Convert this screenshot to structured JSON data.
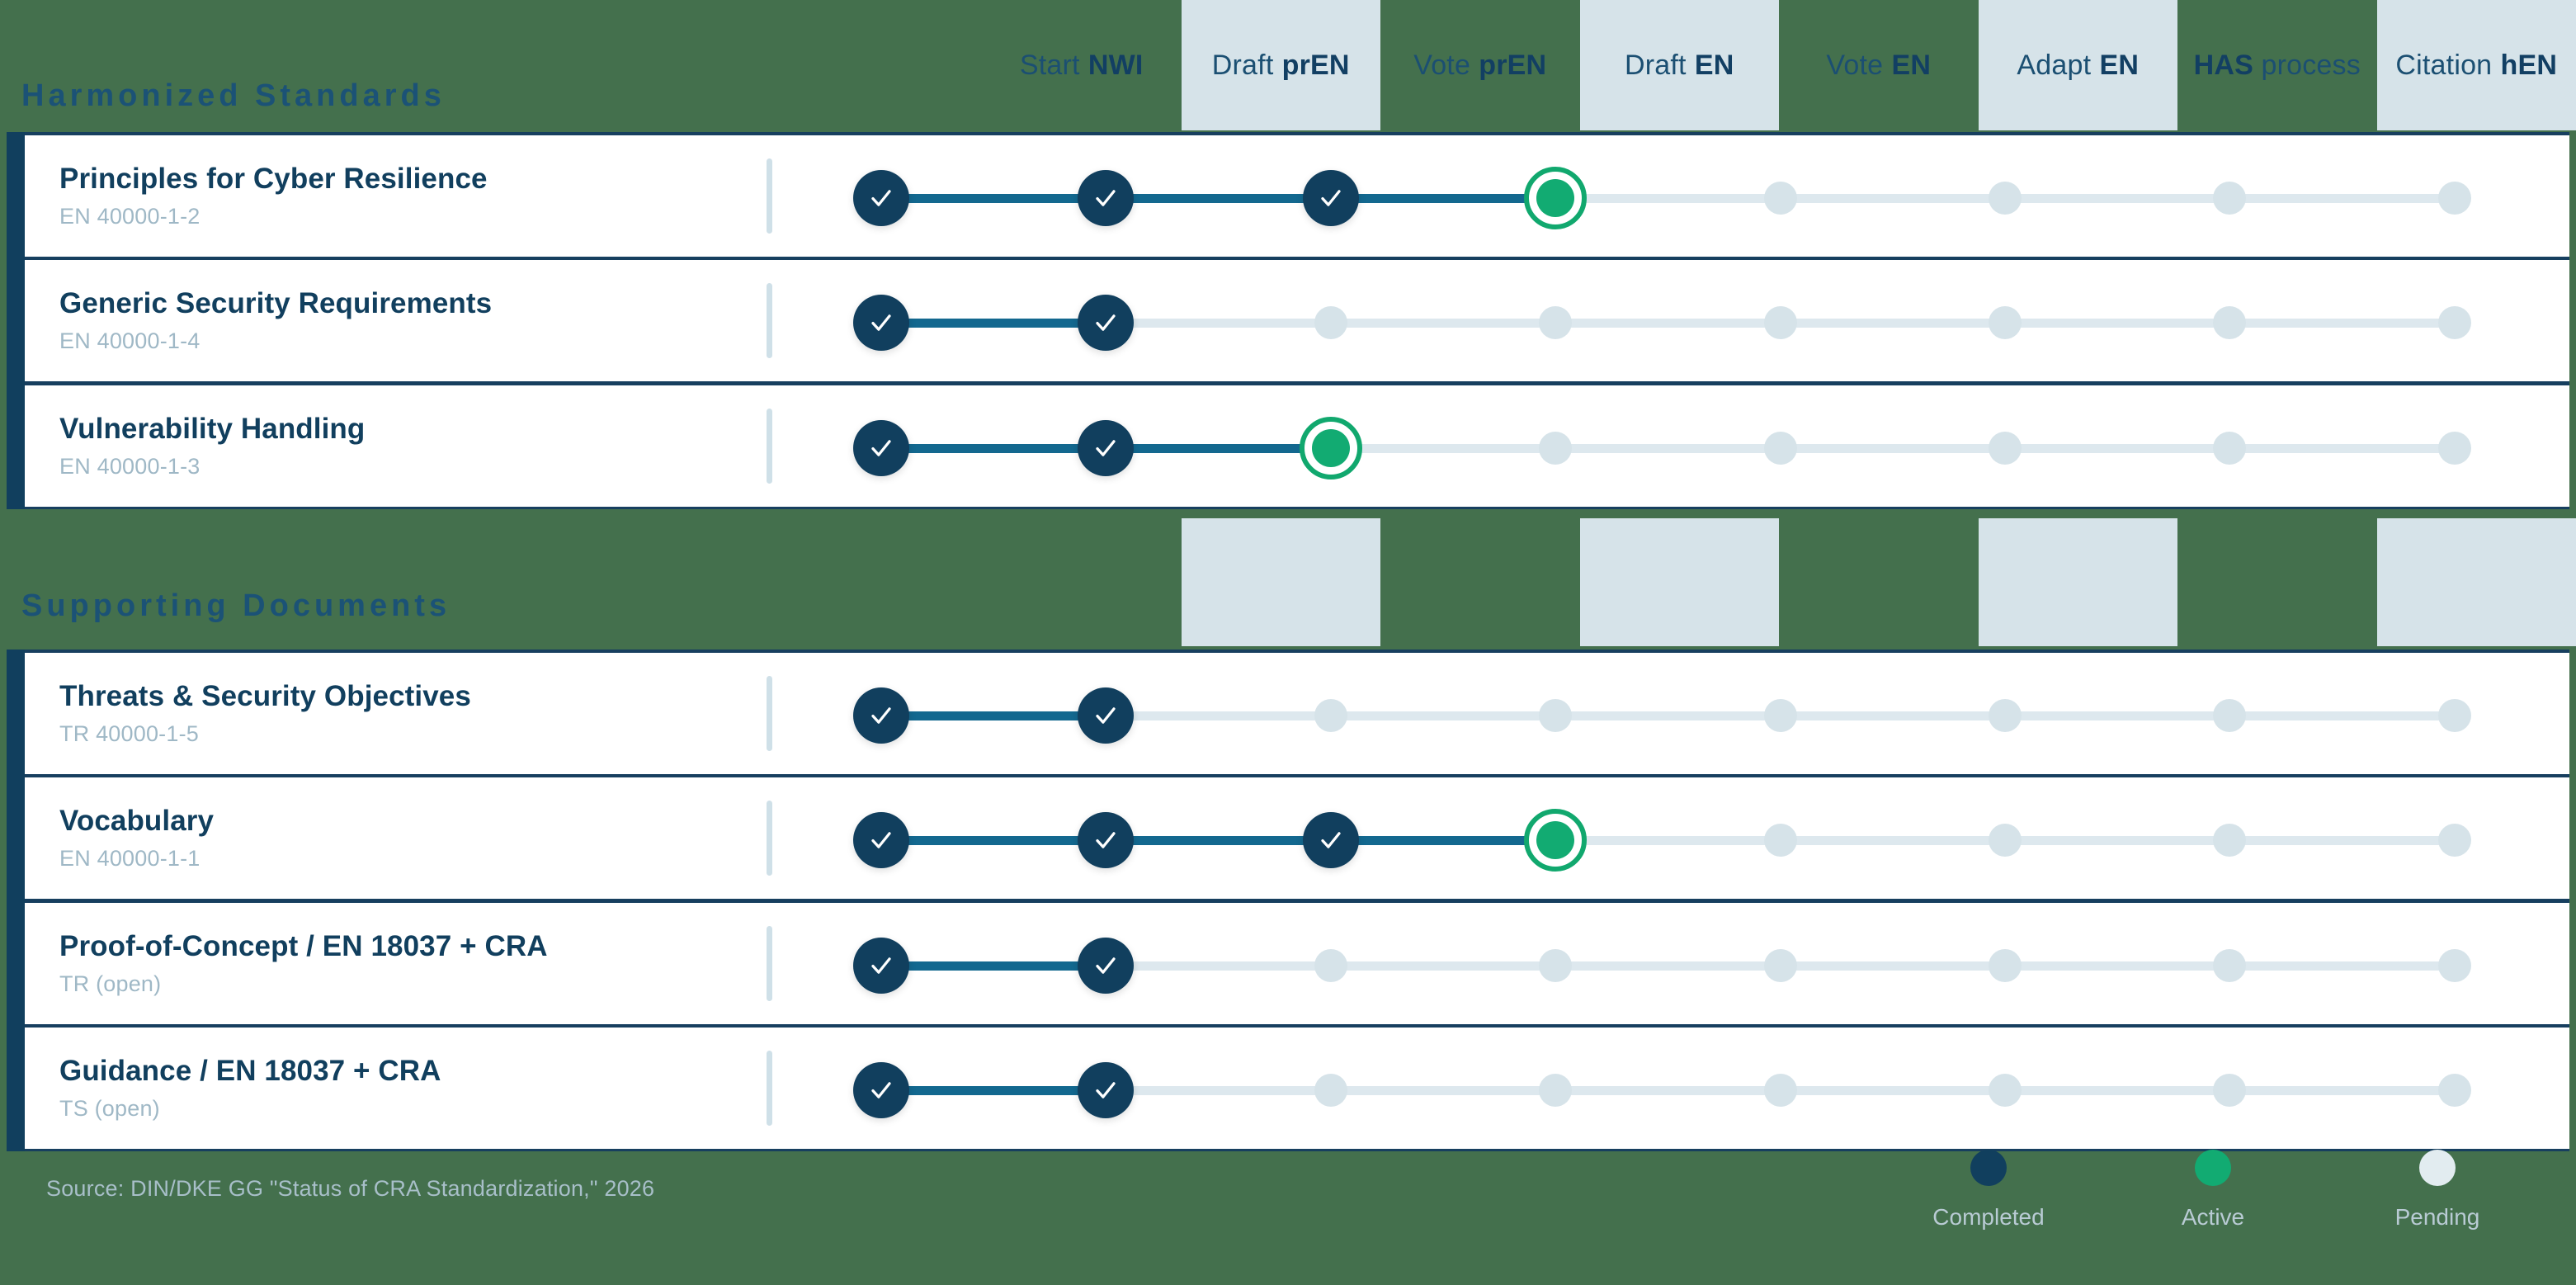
{
  "colors": {
    "background": "#44704d",
    "band": "#d6e3e9",
    "completed": "#113f5e",
    "active": "#12ab72",
    "pending": "#d6e3e9",
    "track_done": "#13688f",
    "track_todo": "#dde8ee",
    "heading": "#1b5276",
    "row_text": "#113f5e",
    "row_sub": "#9fb8c6"
  },
  "columns": [
    {
      "plain": "Start",
      "bold": "NWI",
      "banded": false
    },
    {
      "plain": "Draft",
      "bold": "prEN",
      "banded": true
    },
    {
      "plain": "Vote",
      "bold": "prEN",
      "banded": false
    },
    {
      "plain": "Draft",
      "bold": "EN",
      "banded": true
    },
    {
      "plain": "Vote",
      "bold": "EN",
      "banded": false
    },
    {
      "plain": "Adapt",
      "bold": "EN",
      "banded": true
    },
    {
      "plain": "HAS",
      "bold": "process",
      "banded": false,
      "bold_first": true
    },
    {
      "plain": "Citation",
      "bold": "hEN",
      "banded": true
    }
  ],
  "sections": [
    {
      "title": "Harmonized Standards"
    },
    {
      "title": "Supporting Documents"
    }
  ],
  "rows": [
    {
      "title": "Principles for Cyber Resilience",
      "code": "EN 40000-1-2",
      "completed": 3,
      "active": 4,
      "total": 8,
      "section": 0
    },
    {
      "title": "Generic Security Requirements",
      "code": "EN 40000-1-4",
      "completed": 2,
      "active": 0,
      "total": 8,
      "section": 0
    },
    {
      "title": "Vulnerability Handling",
      "code": "EN 40000-1-3",
      "completed": 2,
      "active": 3,
      "total": 8,
      "section": 0
    },
    {
      "title": "Threats & Security Objectives",
      "code": "TR 40000-1-5",
      "completed": 2,
      "active": 0,
      "total": 8,
      "section": 1
    },
    {
      "title": "Vocabulary",
      "code": "EN 40000-1-1",
      "completed": 3,
      "active": 4,
      "total": 8,
      "section": 1
    },
    {
      "title": "Proof-of-Concept / EN 18037 + CRA",
      "code": "TR (open)",
      "completed": 2,
      "active": 0,
      "total": 8,
      "section": 1
    },
    {
      "title": "Guidance / EN 18037 + CRA",
      "code": "TS (open)",
      "completed": 2,
      "active": 0,
      "total": 8,
      "section": 1
    }
  ],
  "footer": {
    "source": "Source: DIN/DKE GG \"Status of CRA Standardization,\" 2026",
    "legend": [
      {
        "label": "Completed",
        "state": "completed"
      },
      {
        "label": "Active",
        "state": "active"
      },
      {
        "label": "Pending",
        "state": "pending"
      }
    ]
  },
  "chart_data": {
    "type": "table",
    "title": "Status of CRA Standardization",
    "stages": [
      "Start NWI",
      "Draft prEN",
      "Vote prEN",
      "Draft EN",
      "Vote EN",
      "Adapt EN",
      "HAS process",
      "Citation hEN"
    ],
    "groups": [
      {
        "name": "Harmonized Standards",
        "items": [
          {
            "name": "Principles for Cyber Resilience",
            "ref": "EN 40000-1-2",
            "states": [
              "completed",
              "completed",
              "completed",
              "active",
              "pending",
              "pending",
              "pending",
              "pending"
            ]
          },
          {
            "name": "Generic Security Requirements",
            "ref": "EN 40000-1-4",
            "states": [
              "completed",
              "completed",
              "pending",
              "pending",
              "pending",
              "pending",
              "pending",
              "pending"
            ]
          },
          {
            "name": "Vulnerability Handling",
            "ref": "EN 40000-1-3",
            "states": [
              "completed",
              "completed",
              "active",
              "pending",
              "pending",
              "pending",
              "pending",
              "pending"
            ]
          }
        ]
      },
      {
        "name": "Supporting Documents",
        "items": [
          {
            "name": "Threats & Security Objectives",
            "ref": "TR 40000-1-5",
            "states": [
              "completed",
              "completed",
              "pending",
              "pending",
              "pending",
              "pending",
              "pending",
              "pending"
            ]
          },
          {
            "name": "Vocabulary",
            "ref": "EN 40000-1-1",
            "states": [
              "completed",
              "completed",
              "completed",
              "active",
              "pending",
              "pending",
              "pending",
              "pending"
            ]
          },
          {
            "name": "Proof-of-Concept / EN 18037 + CRA",
            "ref": "TR (open)",
            "states": [
              "completed",
              "completed",
              "pending",
              "pending",
              "pending",
              "pending",
              "pending",
              "pending"
            ]
          },
          {
            "name": "Guidance / EN 18037 + CRA",
            "ref": "TS (open)",
            "states": [
              "completed",
              "completed",
              "pending",
              "pending",
              "pending",
              "pending",
              "pending",
              "pending"
            ]
          }
        ]
      }
    ],
    "legend": [
      "Completed",
      "Active",
      "Pending"
    ],
    "source": "Source: DIN/DKE GG \"Status of CRA Standardization,\" 2026"
  }
}
